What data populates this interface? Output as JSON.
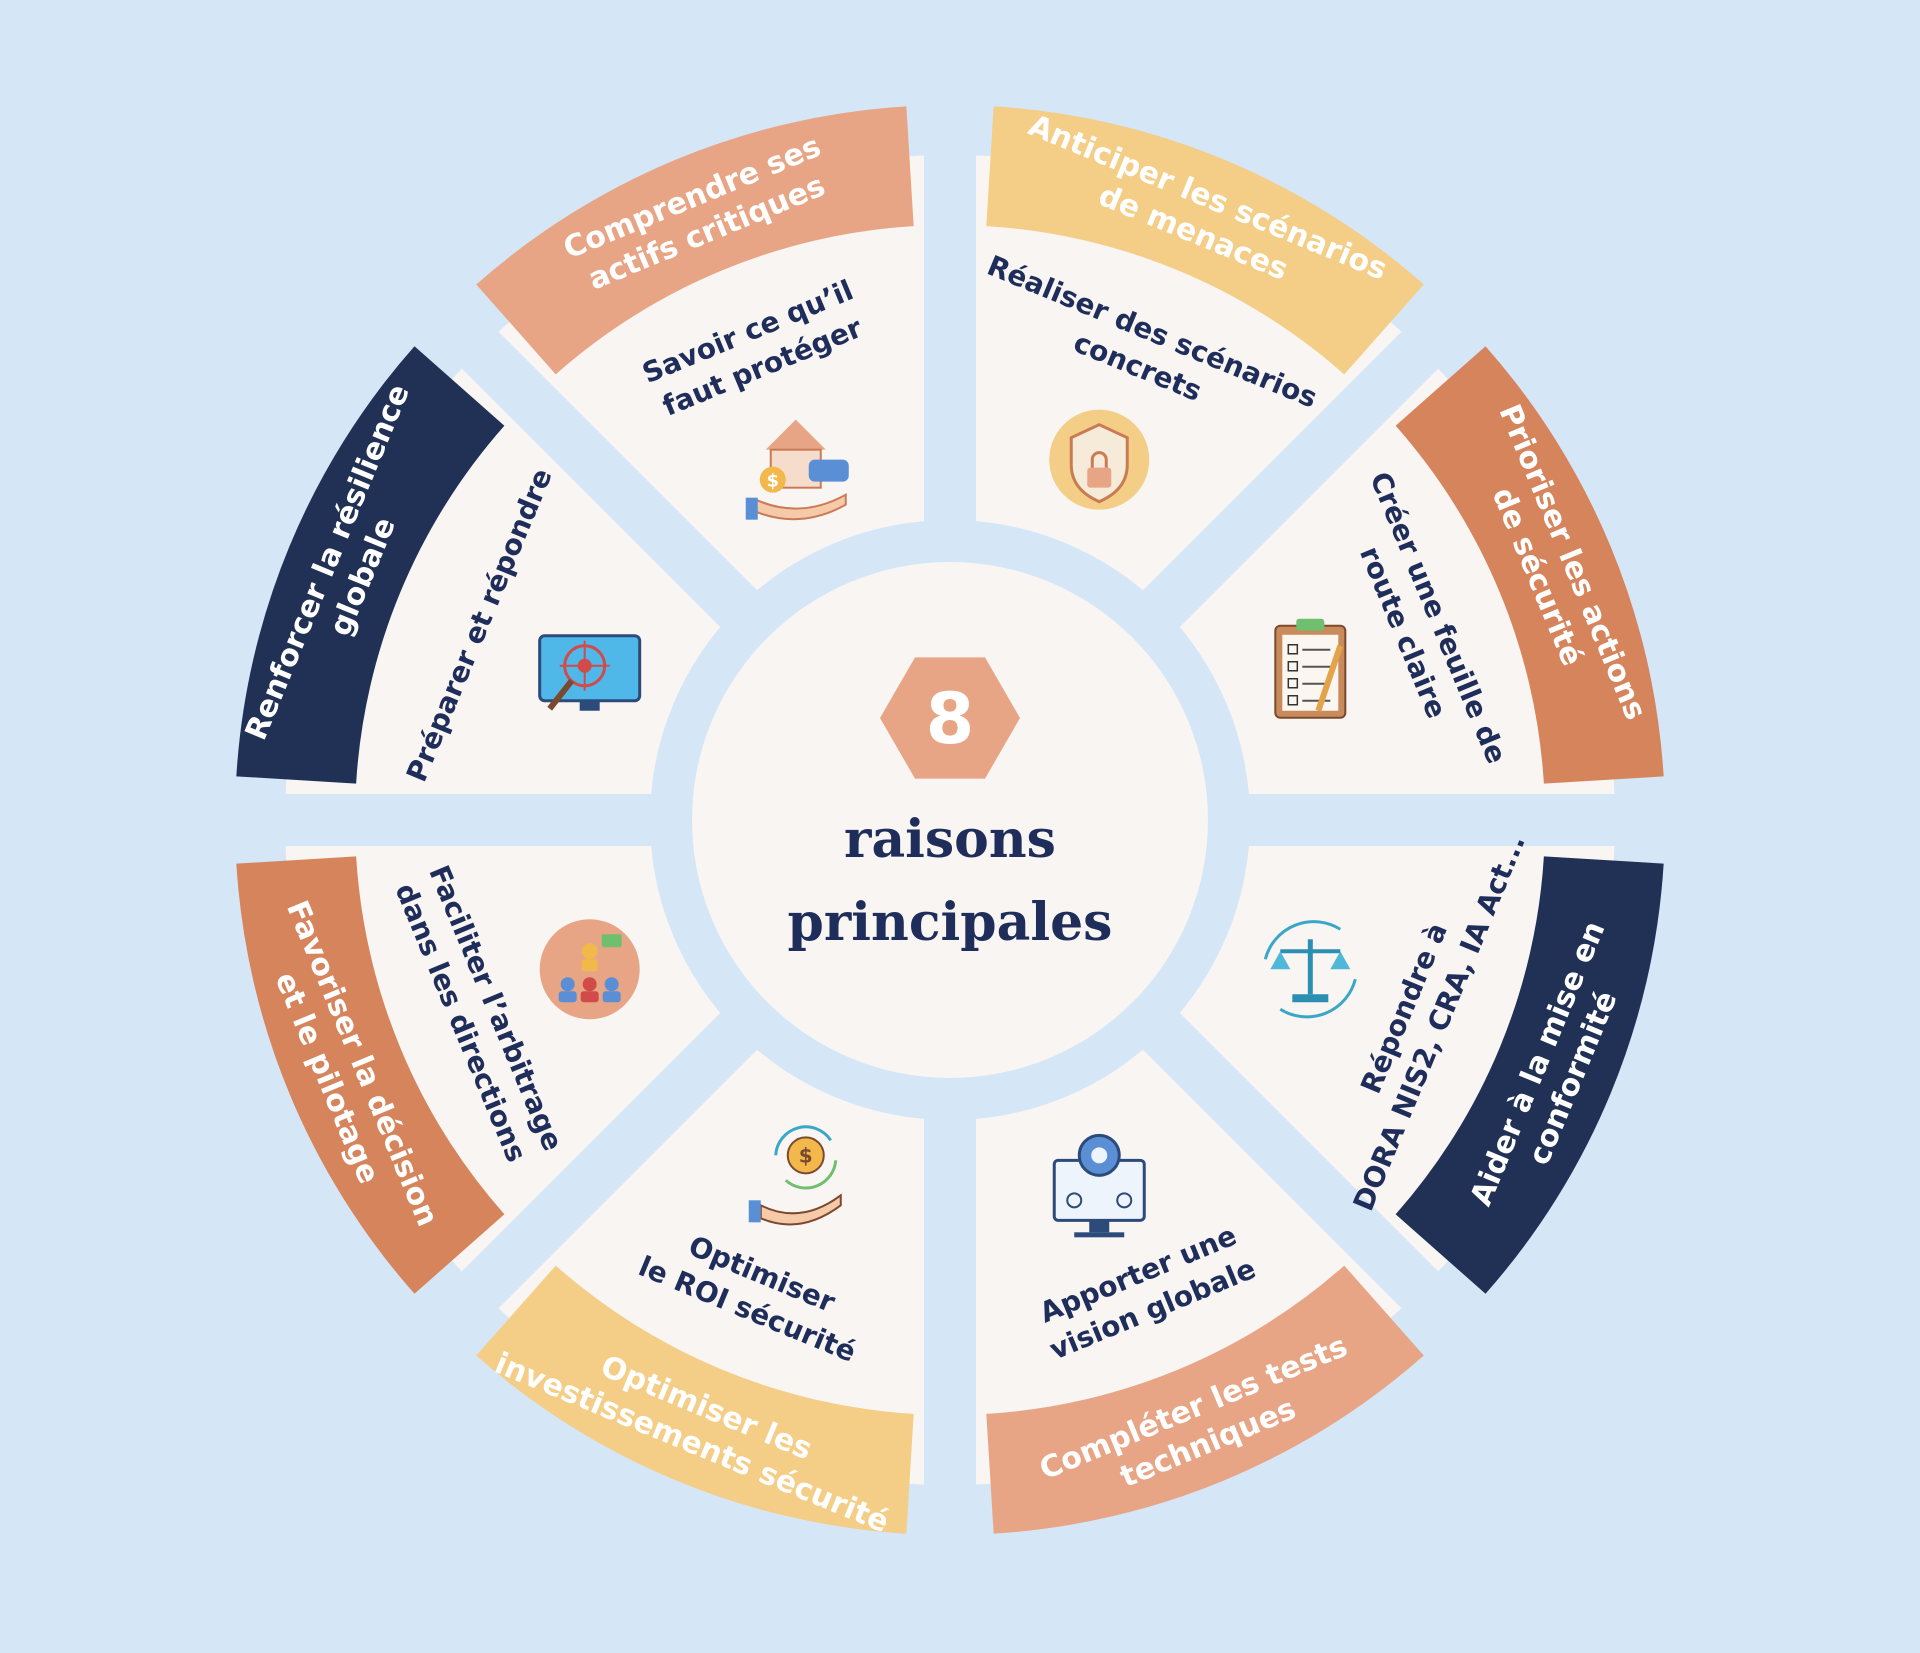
{
  "background_color": "#d5e6f7",
  "center": {
    "number": "8",
    "title_line1": "raisons",
    "title_line2": "principales",
    "hexagon_color": "#e8a585"
  },
  "segments": [
    {
      "id": "actifs",
      "ribbon": [
        "Comprendre  ses",
        "actifs critiques"
      ],
      "ribbon_color": "#e8a585",
      "ribbon_text_color": "#ffffff",
      "description": [
        "Savoir ce qu’il",
        "faut protéger"
      ],
      "icon": "house-car-money-hand-icon"
    },
    {
      "id": "menaces",
      "ribbon": [
        "Anticiper les scénarios",
        "de menaces"
      ],
      "ribbon_color": "#f4cd87",
      "ribbon_text_color": "#ffffff",
      "description": [
        "Réaliser des scénarios",
        "concrets"
      ],
      "icon": "shield-lock-icon"
    },
    {
      "id": "actions",
      "ribbon": [
        "Prioriser les actions",
        "de sécurité"
      ],
      "ribbon_color": "#d6845c",
      "ribbon_text_color": "#ffffff",
      "description": [
        "Créer une feuille de",
        "route claire"
      ],
      "icon": "clipboard-checklist-icon"
    },
    {
      "id": "conformite",
      "ribbon": [
        "Aider à la mise en",
        "conformité"
      ],
      "ribbon_color": "#213156",
      "ribbon_text_color": "#ffffff",
      "description": [
        "Répondre à",
        "DORA NIS2, CRA, IA Act..."
      ],
      "icon": "balance-scale-icon"
    },
    {
      "id": "tests",
      "ribbon": [
        "Compléter les tests",
        "techniques"
      ],
      "ribbon_color": "#e8a585",
      "ribbon_text_color": "#ffffff",
      "description": [
        "Apporter une",
        "vision globale"
      ],
      "icon": "monitor-gear-icon"
    },
    {
      "id": "investissements",
      "ribbon": [
        "Optimiser les",
        "investissements sécurité"
      ],
      "ribbon_color": "#f4cd87",
      "ribbon_text_color": "#ffffff",
      "description": [
        "Optimiser",
        "le ROI sécurité"
      ],
      "icon": "hand-coin-cycle-icon"
    },
    {
      "id": "decision",
      "ribbon": [
        "Favoriser la décision",
        "et le pilotage"
      ],
      "ribbon_color": "#d6845c",
      "ribbon_text_color": "#ffffff",
      "description": [
        "Faciliter l’arbitrage",
        "dans les directions"
      ],
      "icon": "team-meeting-icon"
    },
    {
      "id": "resilience",
      "ribbon": [
        "Renforcer la résilience",
        "globale"
      ],
      "ribbon_color": "#213156",
      "ribbon_text_color": "#ffffff",
      "description": [
        "Préparer et répondre"
      ],
      "icon": "monitor-target-bug-icon"
    }
  ]
}
